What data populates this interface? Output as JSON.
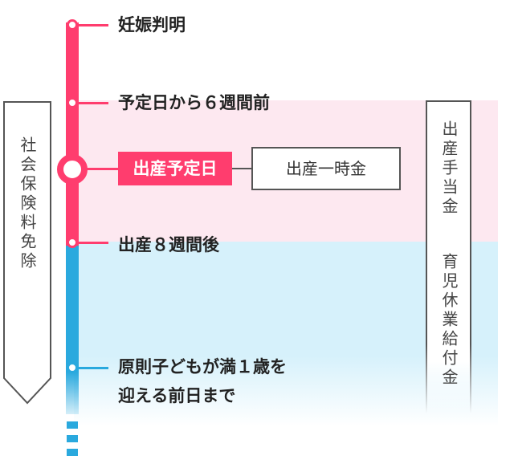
{
  "milestones": {
    "pregnancy_confirmed": "妊娠判明",
    "six_weeks_before": "予定日から６週間前",
    "due_date": "出産予定日",
    "eight_weeks_after": "出産８週間後",
    "child_first_birthday_line1": "原則子どもが満１歳を",
    "child_first_birthday_line2": "迎える前日まで"
  },
  "benefits": {
    "lump_sum": "出産一時金",
    "maternity_allowance": "出産手当金",
    "childcare_leave_benefit": "育児休業給付金",
    "social_insurance_exemption": "社会保険料免除"
  },
  "colors": {
    "pink": "#ff3d6e",
    "blue": "#2aa9de",
    "pink_band": "#fde8f0",
    "blue_band": "#d6f1fb"
  }
}
